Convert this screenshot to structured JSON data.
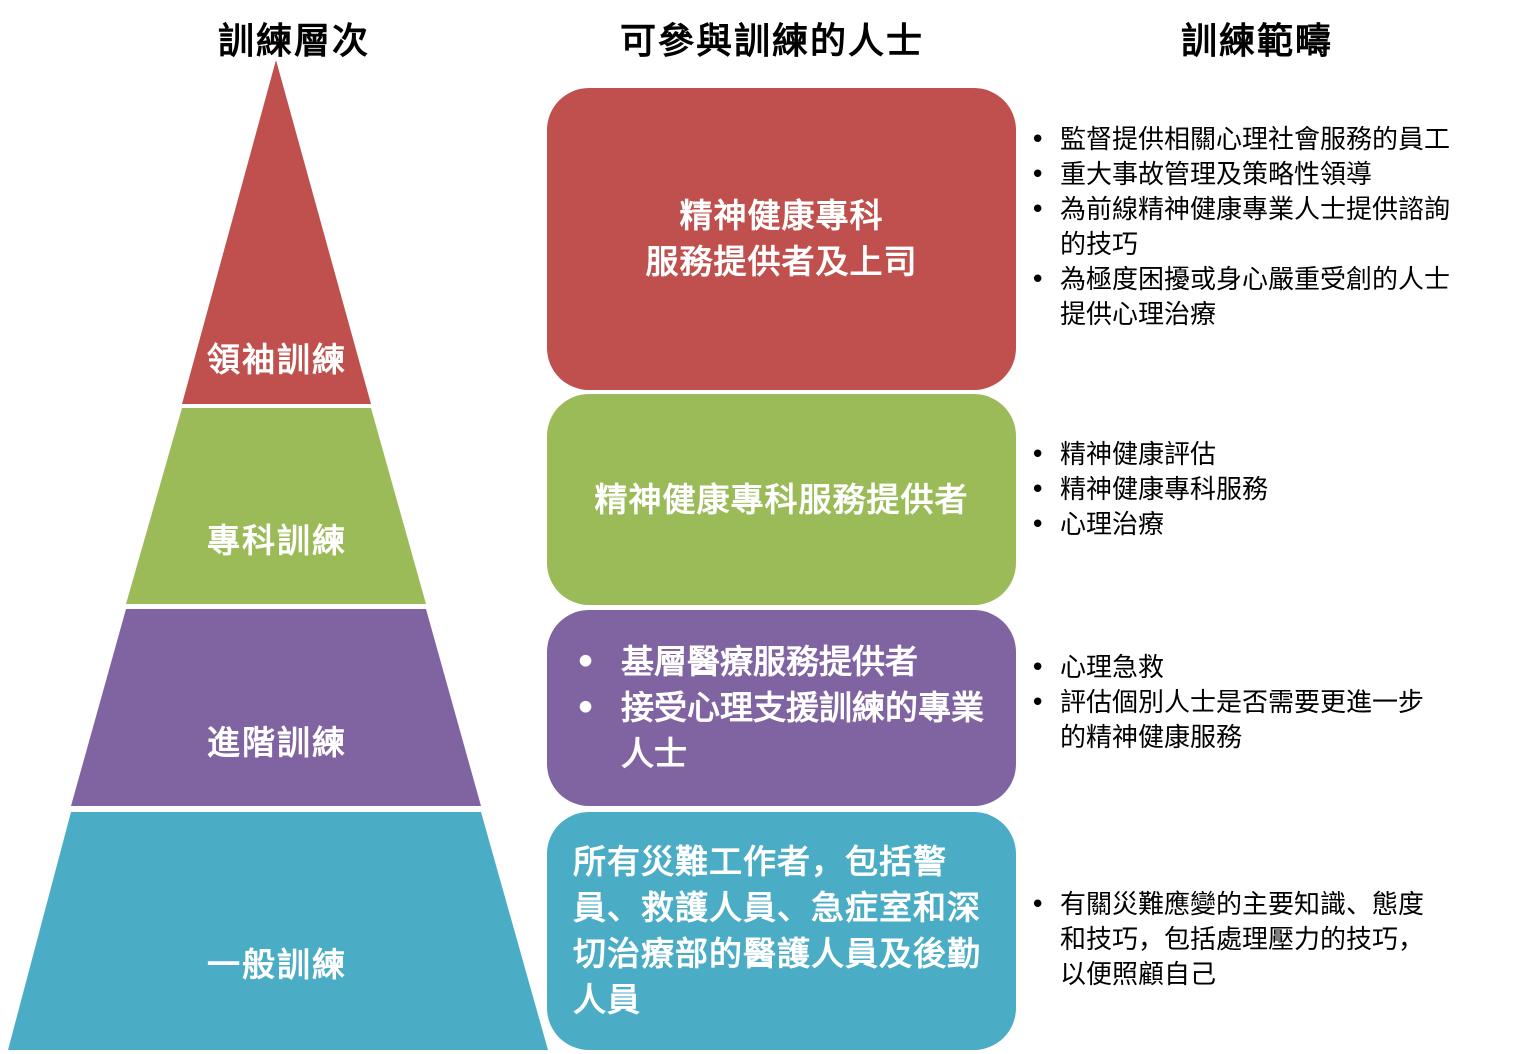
{
  "headers": {
    "level": "訓練層次",
    "who": "可參與訓練的人士",
    "scope": "訓練範疇"
  },
  "colors": {
    "leadership": "#C0504D",
    "specialist": "#9BBB59",
    "advanced": "#8064A2",
    "general": "#4BACC6"
  },
  "levels": [
    {
      "label": "領袖訓練",
      "who_lines": [
        "精神健康專科",
        "服務提供者及上司"
      ],
      "scope": [
        "監督提供相關心理社會服務的員工",
        "重大事故管理及策略性領導",
        "為前線精神健康專業人士提供諮詢的技巧",
        "為極度困擾或身心嚴重受創的人士提供心理治療"
      ]
    },
    {
      "label": "專科訓練",
      "who_lines": [
        "精神健康專科服務提供者"
      ],
      "scope": [
        "精神健康評估",
        "精神健康專科服務",
        "心理治療"
      ]
    },
    {
      "label": "進階訓練",
      "who_items": [
        "基層醫療服務提供者",
        "接受心理支援訓練的專業人士"
      ],
      "scope": [
        "心理急救",
        "評估個別人士是否需要更進一步的精神健康服務"
      ]
    },
    {
      "label": "一般訓練",
      "who_lines": [
        "所有災難工作者，包括警員、救護人員、急症室和深切治療部的醫護人員及後勤人員"
      ],
      "scope": [
        "有關災難應變的主要知識、態度和技巧，包括處理壓力的技巧，以便照顧自己"
      ]
    }
  ]
}
